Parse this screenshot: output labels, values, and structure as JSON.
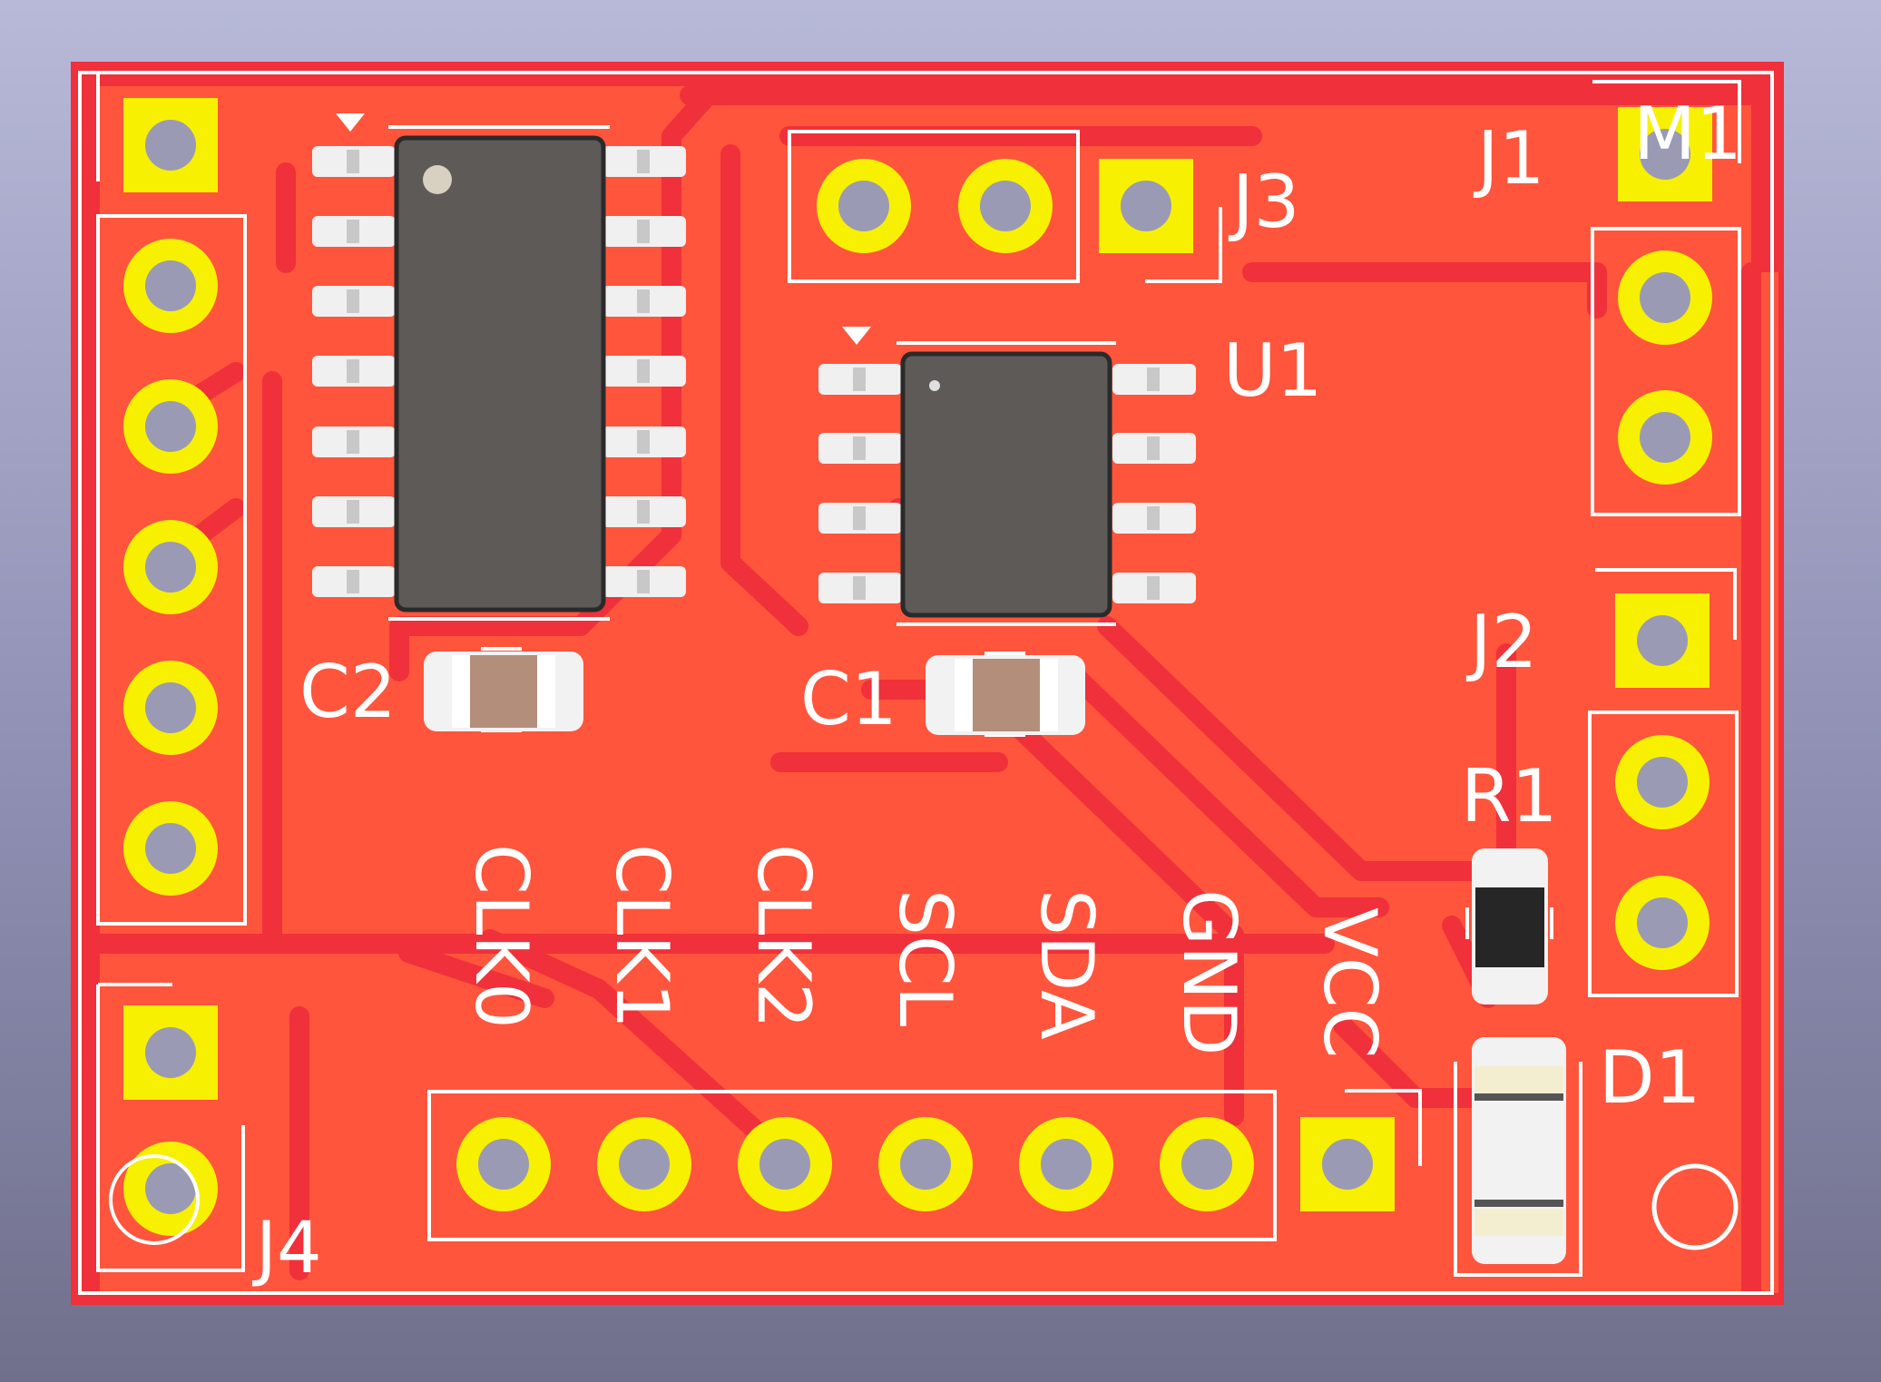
{
  "board": {
    "colors": {
      "background_top": "#b8b9d8",
      "background_bottom": "#70708c",
      "substrate": "#f0303a",
      "copper_fill": "#ff553c",
      "silkscreen": "#ffffff",
      "pad": "#f7f000",
      "hole": "#9a9ab4",
      "ic_body": "#5d5a58",
      "capacitor_body": "#b38e7a",
      "resistor_body": "#262626"
    },
    "refs": {
      "j1": "J1",
      "j2": "J2",
      "j3": "J3",
      "j4": "J4",
      "m1": "M1",
      "u1": "U1",
      "c1": "C1",
      "c2": "C2",
      "r1": "R1",
      "d1": "D1"
    },
    "pin_labels": [
      "CLK0",
      "CLK1",
      "CLK2",
      "SCL",
      "SDA",
      "GND",
      "VCC"
    ]
  }
}
